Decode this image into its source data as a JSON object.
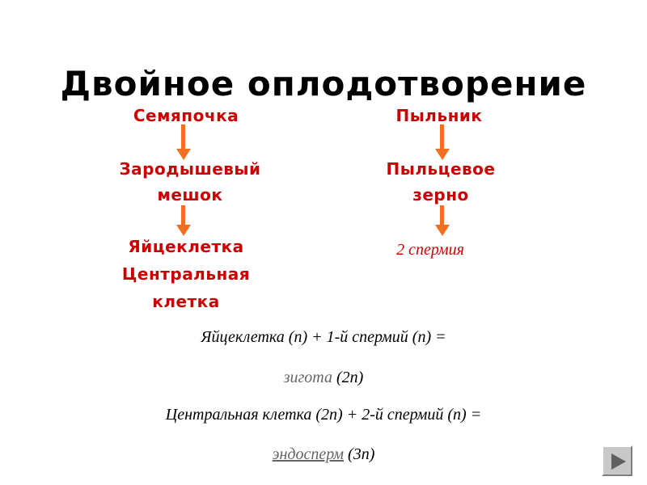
{
  "title": "Двойное оплодотворение",
  "left_chain": {
    "top": "Семяпочка",
    "middle_line1": "Зародышевый",
    "middle_line2": "мешок",
    "bottom_line1": "Яйцеклетка",
    "bottom_line2": "Центральная",
    "bottom_line3": "клетка"
  },
  "right_chain": {
    "top": "Пыльник",
    "middle_line1": "Пыльцевое",
    "middle_line2": "зерно",
    "bottom": "2 спермия"
  },
  "equations": {
    "eq1": "Яйцеклетка (n) + 1-й спермий (n) =",
    "result1_word": "зигота",
    "result1_ploidy": " (2n)",
    "eq2": "Центральная клетка (2n) + 2-й спермий (n) =",
    "result2_word": "эндосперм",
    "result2_ploidy": " (3n)"
  },
  "nav": {
    "next_icon": "play-triangle-icon"
  },
  "colors": {
    "accent_red": "#cc0000",
    "arrow_orange": "#f07020",
    "link_gray": "#666666"
  }
}
